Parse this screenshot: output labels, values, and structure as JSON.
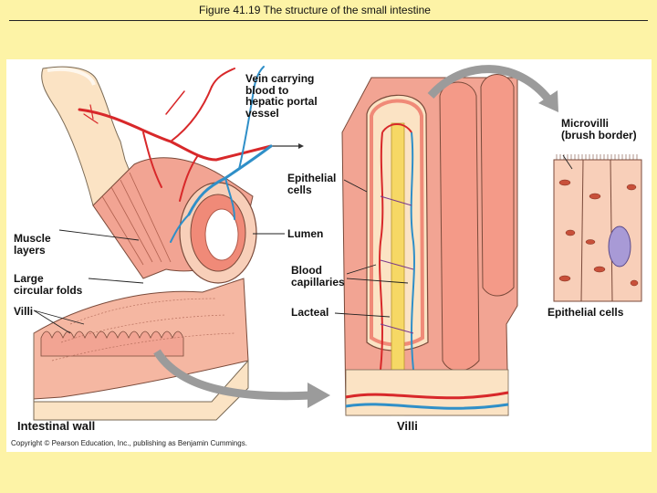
{
  "slide": {
    "title": "Figure 41.19  The structure of the small intestine"
  },
  "labels": {
    "vein": "Vein carrying\nblood to\nhepatic portal\nvessel",
    "epithelial_cells": "Epithelial\ncells",
    "lumen": "Lumen",
    "blood_capillaries": "Blood\ncapillaries",
    "lacteal": "Lacteal",
    "muscle_layers": "Muscle\nlayers",
    "large_circular_folds": "Large\ncircular folds",
    "villi_small": "Villi",
    "microvilli": "Microvilli\n(brush border)",
    "epithelial_cells_panel": "Epithelial cells",
    "intestinal_wall": "Intestinal wall",
    "villi_panel": "Villi"
  },
  "copyright": "Copyright © Pearson Education, Inc., publishing as Benjamin Cummings.",
  "colors": {
    "background": "#fdf3a6",
    "tissue_pink": "#f2a493",
    "tissue_light": "#f8cfb9",
    "tissue_cream": "#fbe3c4",
    "vein_blue": "#2f8fc8",
    "artery_red": "#d8282a",
    "lacteal_yellow": "#f6d865",
    "nucleus_purple": "#a89ad6",
    "arrow_gray": "#9b9b9b"
  }
}
